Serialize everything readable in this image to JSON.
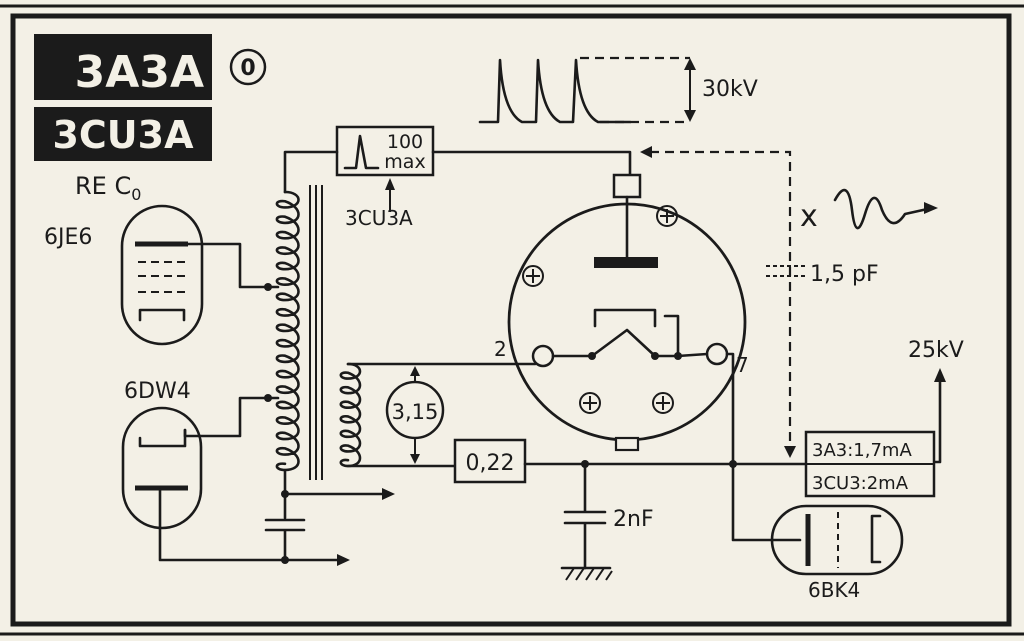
{
  "tube_badge_1": "3A3A",
  "tube_badge_2": "3CU3A",
  "badge_symbol": "0",
  "rectifier_ref": "RE C",
  "rectifier_ref_sub": "0",
  "tube_6je6": "6JE6",
  "tube_6dw4": "6DW4",
  "tube_6bk4": "6BK4",
  "pulse_amplitude": "30kV",
  "limiter_value": "100",
  "limiter_unit": "max",
  "limiter_tube": "3CU3A",
  "capacitance_1": "1,5 pF",
  "x_mark": "x",
  "pin_2": "2",
  "pin_7": "7",
  "filament_voltage": "3,15",
  "resistor_value": "0,22",
  "capacitor_value": "2nF",
  "output_voltage": "25kV",
  "current_3a3": "3A3:1,7mA",
  "current_3cu3": "3CU3:2mA",
  "colors": {
    "ink": "#1b1b1b",
    "paper": "#f3f0e6",
    "badge_text": "#f3f0e6"
  }
}
